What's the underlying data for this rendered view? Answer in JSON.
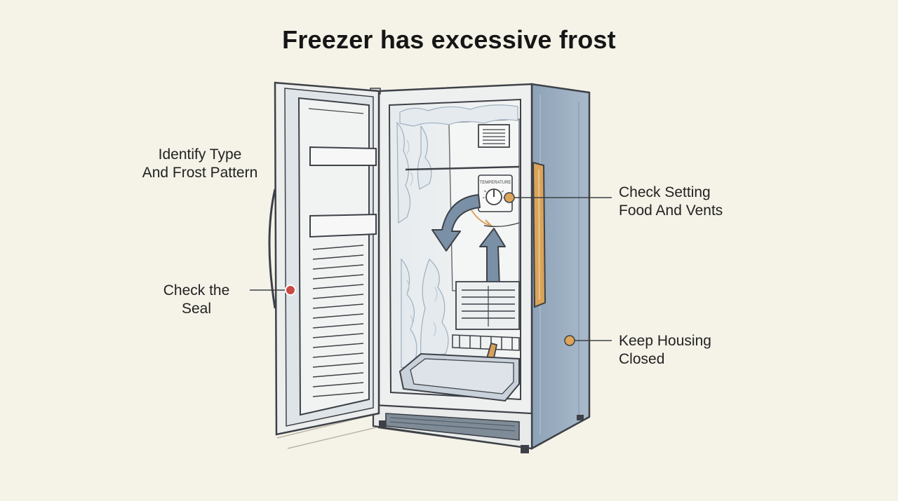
{
  "title": "Freezer has excessive frost",
  "dial_label": "TEMPERATURE",
  "callouts": {
    "identify": {
      "line1": "Identify Type",
      "line2": "And Frost Pattern"
    },
    "seal": {
      "line1": "Check the",
      "line2": "Seal"
    },
    "setting": {
      "line1": "Check Setting",
      "line2": "Food And Vents"
    },
    "housing": {
      "line1": "Keep Housing",
      "line2": "Closed"
    }
  },
  "colors": {
    "background": "#f5f2e8",
    "outline": "#3d4147",
    "cabinet_blue": "#93a7bc",
    "frost": "#e4eaee",
    "handle": "#d9a45a",
    "marker_red": "#c94a44",
    "marker_orange": "#e0a458",
    "arrow_blue": "#7a90a6",
    "arrow_orange": "#d9a05a"
  }
}
